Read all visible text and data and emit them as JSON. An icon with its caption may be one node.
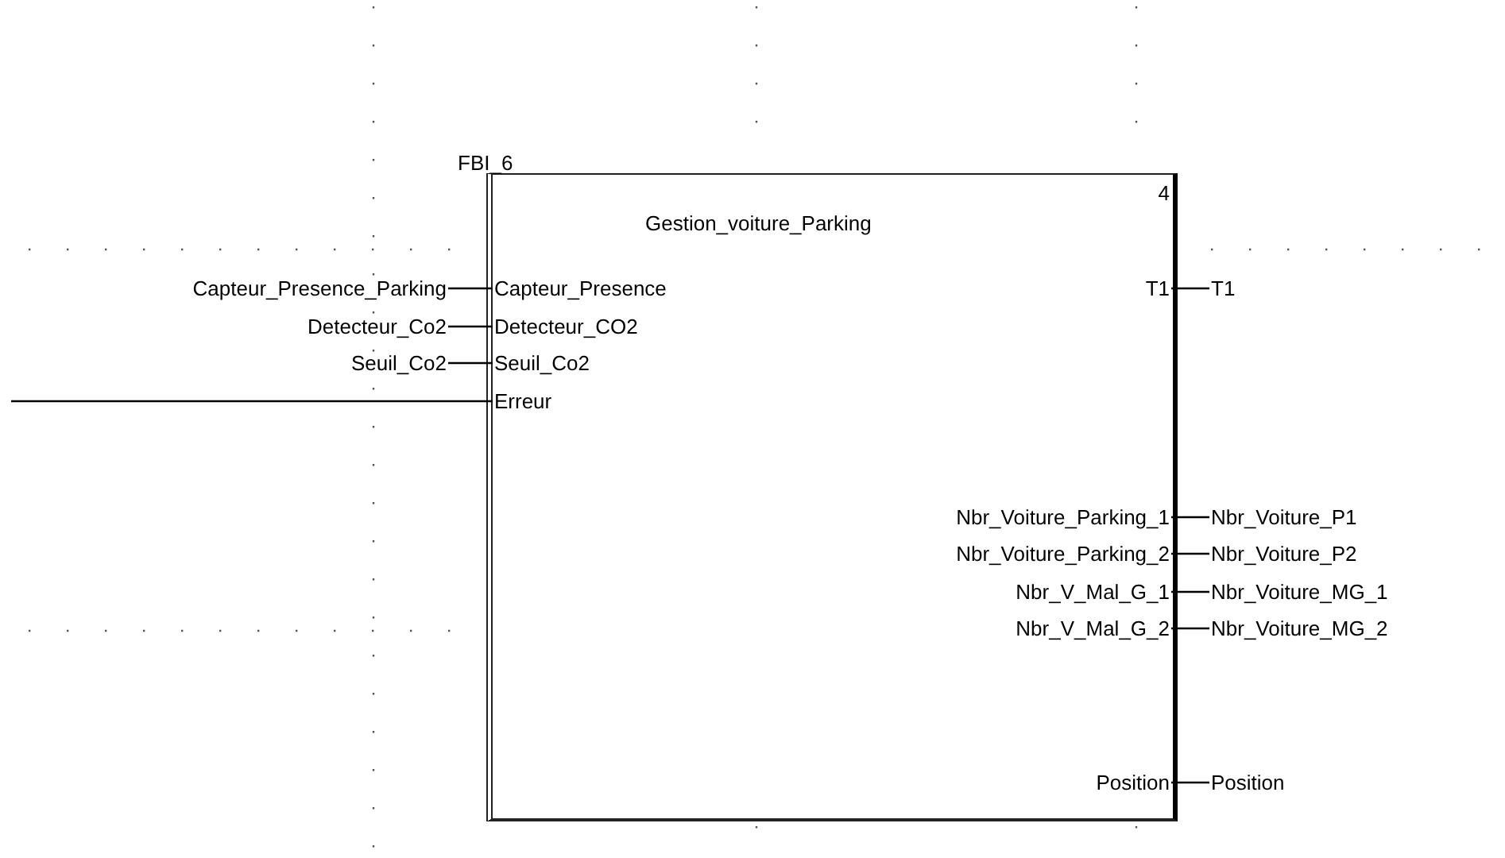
{
  "diagram": {
    "nodes": [
      {
        "text": [
          "FBI_6",
          "4",
          "Gestion_voiture_Parking"
        ]
      },
      {
        "text": [
          "Capteur_Presence"
        ],
        "in": 0
      },
      {
        "text": [
          "Detecteur_CO2"
        ],
        "in": 0
      },
      {
        "text": [
          "Seuil_Co2"
        ],
        "in": 0
      },
      {
        "text": [
          "Erreur"
        ],
        "in": 0
      },
      {
        "text": [
          "T1"
        ],
        "in": 0
      },
      {
        "text": [
          "Nbr_Voiture_Parking_1"
        ],
        "in": 0
      },
      {
        "text": [
          "Nbr_Voiture_Parking_2"
        ],
        "in": 0
      },
      {
        "text": [
          "Nbr_V_Mal_G_1"
        ],
        "in": 0
      },
      {
        "text": [
          "Nbr_V_Mal_G_2"
        ],
        "in": 0
      },
      {
        "text": [
          "Position"
        ],
        "in": 0
      },
      {
        "text": [
          "Capteur_Presence_Parking"
        ]
      },
      {
        "text": [
          "Detecteur_Co2"
        ]
      },
      {
        "text": [
          "Seuil_Co2"
        ]
      },
      {
        "text": [
          "T1"
        ]
      },
      {
        "text": [
          "Nbr_Voiture_P1"
        ]
      },
      {
        "text": [
          "Nbr_Voiture_P2"
        ]
      },
      {
        "text": [
          "Nbr_Voiture_MG_1"
        ]
      },
      {
        "text": [
          "Nbr_Voiture_MG_2"
        ]
      },
      {
        "text": [
          "Position"
        ]
      }
    ],
    "edges": [
      {
        "from": 11,
        "to": 1,
        "arrow": "none"
      },
      {
        "from": 12,
        "to": 2,
        "arrow": "none"
      },
      {
        "from": 13,
        "to": 3,
        "arrow": "none"
      },
      {
        "from": null,
        "to": 4,
        "arrow": "none"
      },
      {
        "from": 5,
        "to": 14,
        "arrow": "none"
      },
      {
        "from": 6,
        "to": 15,
        "arrow": "none"
      },
      {
        "from": 7,
        "to": 16,
        "arrow": "none"
      },
      {
        "from": 8,
        "to": 17,
        "arrow": "none"
      },
      {
        "from": 9,
        "to": 18,
        "arrow": "none"
      },
      {
        "from": 10,
        "to": 19,
        "arrow": "none"
      }
    ]
  }
}
